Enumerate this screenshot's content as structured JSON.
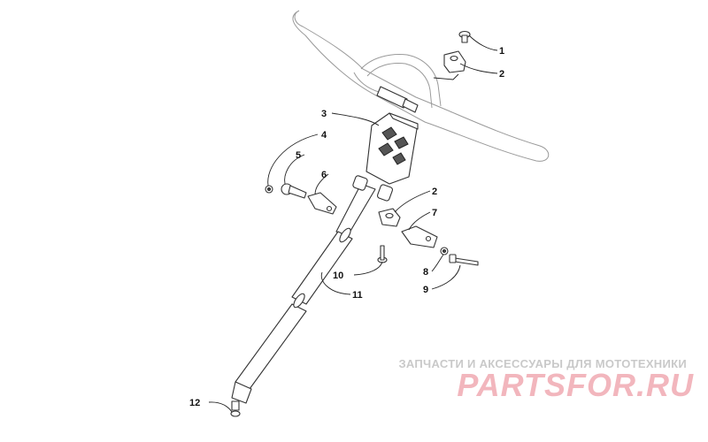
{
  "callouts": {
    "c1": "1",
    "c2a": "2",
    "c2b": "2",
    "c3": "3",
    "c4": "4",
    "c5": "5",
    "c6": "6",
    "c7": "7",
    "c8": "8",
    "c9": "9",
    "c10": "10",
    "c11": "11",
    "c12": "12"
  },
  "watermark": {
    "subtitle": "ЗАПЧАСТИ И АКСЕССУАРЫ ДЛЯ МОТОТЕХНИКИ",
    "logo": "PARTSFOR.RU"
  },
  "colors": {
    "line": "#333333",
    "handlebar": "#9a9a9a",
    "watermark_logo": "#f2b6bd",
    "watermark_text": "#c9c9c9"
  }
}
